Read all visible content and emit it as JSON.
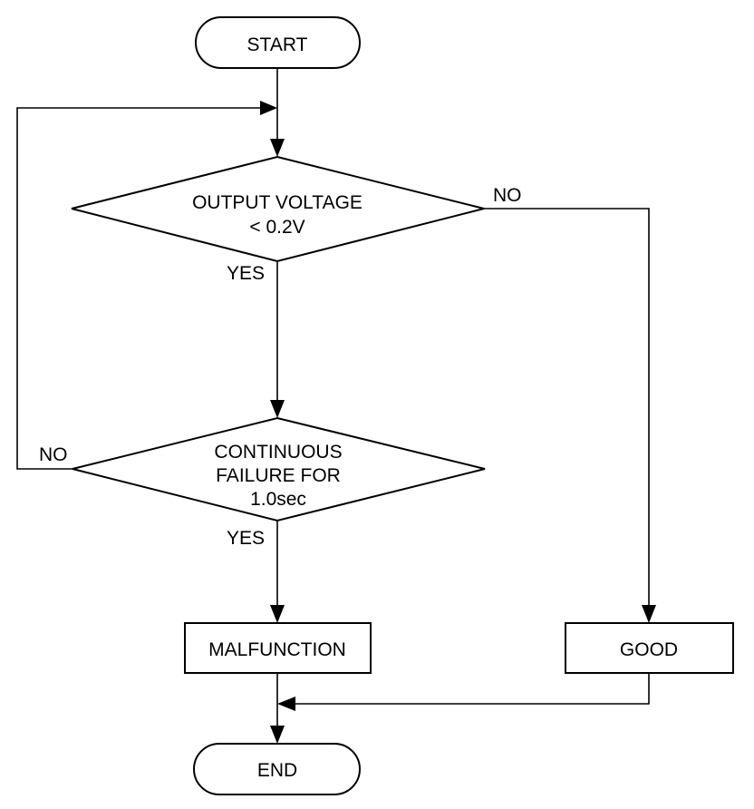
{
  "nodes": {
    "start": "START",
    "decision1": {
      "line1": "OUTPUT VOLTAGE",
      "line2": "< 0.2V"
    },
    "decision2": {
      "line1": "CONTINUOUS",
      "line2": "FAILURE FOR",
      "line3": "1.0sec"
    },
    "malfunction": "MALFUNCTION",
    "good": "GOOD",
    "end": "END"
  },
  "edges": {
    "d1_no": "NO",
    "d1_yes": "YES",
    "d2_no": "NO",
    "d2_yes": "YES"
  }
}
